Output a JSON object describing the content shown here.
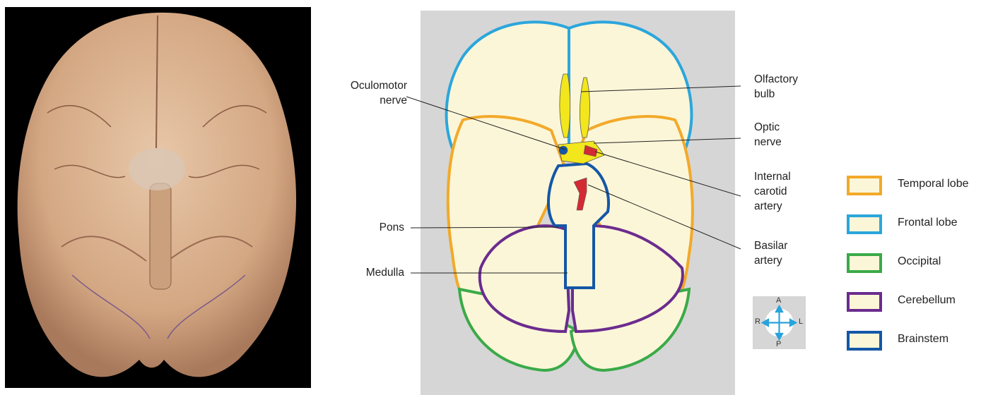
{
  "labels": {
    "oculomotor": "Oculomotor\nnerve",
    "pons": "Pons",
    "medulla": "Medulla",
    "olfactory": "Olfactory\nbulb",
    "optic": "Optic\nnerve",
    "carotid": "Internal\ncarotid\nartery",
    "basilar": "Basilar\nartery"
  },
  "legend": [
    {
      "name": "Temporal lobe",
      "color": "#f2a92a"
    },
    {
      "name": "Frontal lobe",
      "color": "#2ba6dc"
    },
    {
      "name": "Occipital",
      "color": "#3aaa48"
    },
    {
      "name": "Cerebellum",
      "color": "#6b2c8e"
    },
    {
      "name": "Brainstem",
      "color": "#1457a6"
    }
  ],
  "compass": {
    "a": "A",
    "p": "P",
    "r": "R",
    "l": "L"
  },
  "colors": {
    "fill": "#fcf6d8",
    "nerve": "#f2e61c",
    "artery": "#d42a33",
    "background_plate": "#d6d6d6",
    "arrow": "#29a3dc"
  }
}
